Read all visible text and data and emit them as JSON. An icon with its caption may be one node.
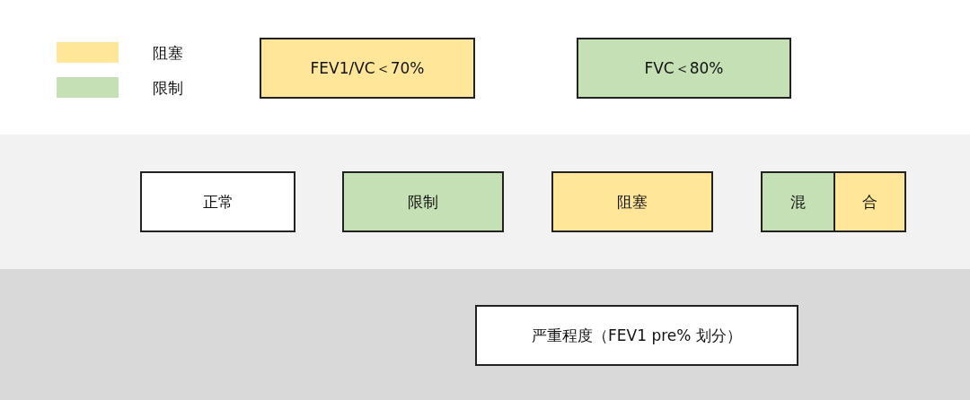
{
  "diagram": {
    "nodes": [
      {
        "text": [
          "FEV1/VC＜70%"
        ]
      },
      {
        "text": [
          "FVC＜80%"
        ]
      },
      {
        "text": [
          "正常"
        ]
      },
      {
        "text": [
          "限制"
        ]
      },
      {
        "text": [
          "阻塞"
        ]
      },
      {
        "text": [
          "混"
        ]
      },
      {
        "text": [
          "合"
        ]
      },
      {
        "text": [
          "严重程度（FEV1 pre% 划分）"
        ]
      }
    ],
    "edges": [],
    "legend": [
      {
        "text": "阻塞",
        "color": "#ffe699"
      },
      {
        "text": "限制",
        "color": "#c5e0b4"
      }
    ]
  }
}
